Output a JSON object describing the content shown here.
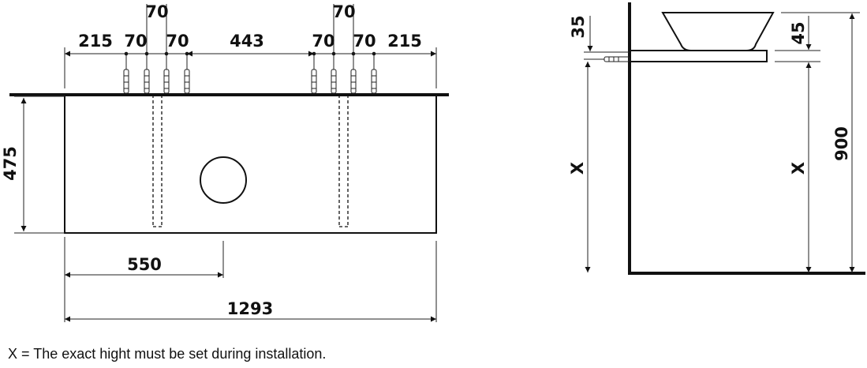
{
  "front_view": {
    "top_dims": [
      "70",
      "70"
    ],
    "upper_dims": [
      "215",
      "70",
      "70",
      "443",
      "70",
      "70",
      "215"
    ],
    "height_dim": "475",
    "offset_dim": "550",
    "width_dim": "1293"
  },
  "side_view": {
    "dim_35": "35",
    "dim_45": "45",
    "x_left": "X",
    "x_right": "X",
    "dim_900": "900"
  },
  "note": "X = The exact hight must be set during installation."
}
